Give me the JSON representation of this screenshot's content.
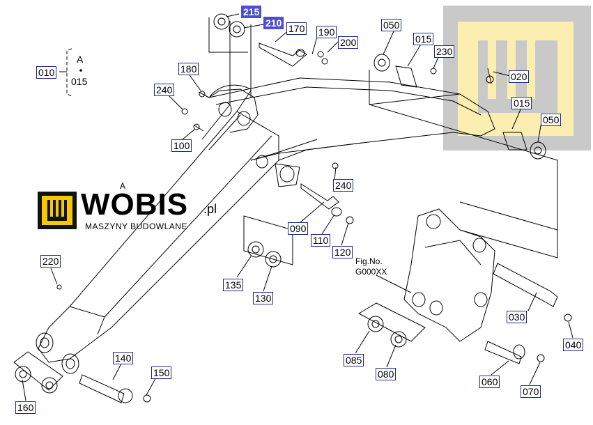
{
  "labels": {
    "p215": "215",
    "p210": "210",
    "p170": "170",
    "p190": "190",
    "p200": "200",
    "p050a": "050",
    "p015a": "015",
    "p230": "230",
    "p020": "020",
    "p015b": "015",
    "p050b": "050",
    "p010": "010",
    "p180": "180",
    "p240a": "240",
    "p100": "100",
    "p240b": "240",
    "p090": "090",
    "p110": "110",
    "p120": "120",
    "p220": "220",
    "p135": "135",
    "p130": "130",
    "p030": "030",
    "p040": "040",
    "p085": "085",
    "p080": "080",
    "p060": "060",
    "p070": "070",
    "p140": "140",
    "p150": "150",
    "p160": "160"
  },
  "ref": {
    "letter": "A",
    "number": "015"
  },
  "fig": {
    "line1": "Fig.No.",
    "line2": "G000XX"
  },
  "annotation_a": "A",
  "logo": {
    "name": "WOBIS",
    "suffix": ".pl",
    "tagline": "MASZYNY BUDOWLANE",
    "mark_color": "#f5c800"
  }
}
